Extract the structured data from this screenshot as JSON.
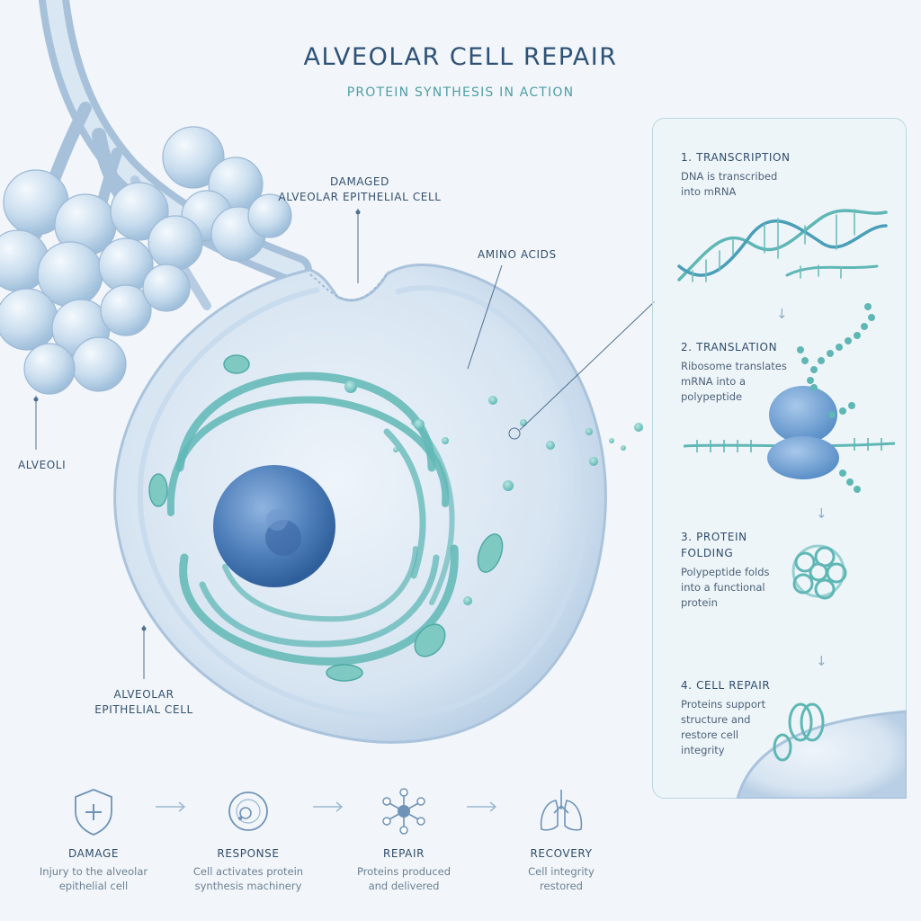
{
  "header": {
    "title": "ALVEOLAR CELL REPAIR",
    "subtitle": "PROTEIN SYNTHESIS IN ACTION"
  },
  "labels": {
    "damaged_line1": "DAMAGED",
    "damaged_line2": "ALVEOLAR EPITHELIAL CELL",
    "amino_acids": "AMINO ACIDS",
    "alveoli": "ALVEOLI",
    "epithelial_line1": "ALVEOLAR",
    "epithelial_line2": "EPITHELIAL CELL"
  },
  "steps": [
    {
      "title": "1. TRANSCRIPTION",
      "desc": [
        "DNA is transcribed",
        "into mRNA"
      ]
    },
    {
      "title": "2. TRANSLATION",
      "desc": [
        "Ribosome translates",
        "mRNA into a",
        "polypeptide"
      ]
    },
    {
      "title_line1": "3. PROTEIN",
      "title_line2": "FOLDING",
      "desc": [
        "Polypeptide folds",
        "into a functional",
        "protein"
      ]
    },
    {
      "title": "4. CELL REPAIR",
      "desc": [
        "Proteins support",
        "structure and",
        "restore cell",
        "integrity"
      ]
    }
  ],
  "stages": [
    {
      "title": "DAMAGE",
      "desc": [
        "Injury to the alveolar",
        "epithelial cell"
      ]
    },
    {
      "title": "RESPONSE",
      "desc": [
        "Cell activates protein",
        "synthesis machinery"
      ]
    },
    {
      "title": "REPAIR",
      "desc": [
        "Proteins produced",
        "and delivered"
      ]
    },
    {
      "title": "RECOVERY",
      "desc": [
        "Cell integrity",
        "restored"
      ]
    }
  ],
  "icons": {
    "damage": "shield-plus-icon",
    "response": "cell-icon",
    "repair": "molecule-icon",
    "recovery": "lungs-icon",
    "arrow": "arrow-right-icon",
    "arrow_down": "arrow-down-icon"
  },
  "glyphs": {
    "down_arrow": "↓"
  },
  "colors": {
    "teal": "#5fb7b5",
    "nucleus": "#4f7fba",
    "membrane": "#c8daeb",
    "title": "#2e5277",
    "subtitle": "#4f9ea6"
  }
}
